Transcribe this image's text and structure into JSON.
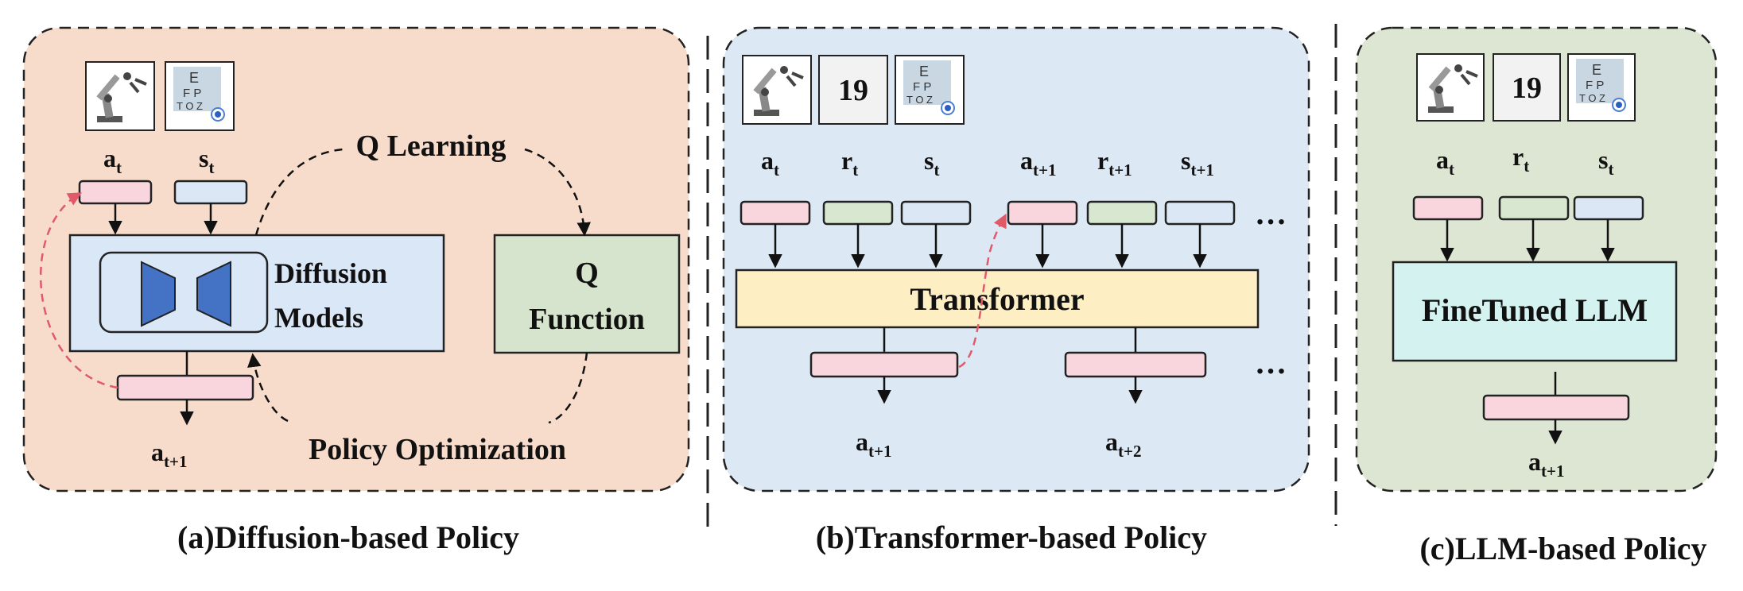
{
  "panels": {
    "a": {
      "caption": "(a)Diffusion-based Policy",
      "background": "#f8dccb",
      "tokens": {
        "a": "a",
        "a_sub": "t",
        "s": "s",
        "s_sub": "t",
        "out": "a",
        "out_sub": "t+1"
      },
      "diffusion_line1": "Diffusion",
      "diffusion_line2": "Models",
      "q_line1": "Q",
      "q_line2": "Function",
      "q_learning": "Q Learning",
      "policy_opt": "Policy Optimization"
    },
    "b": {
      "caption": "(b)Transformer-based Policy",
      "background": "#dde8f5",
      "score": "19",
      "inputs": [
        {
          "main": "a",
          "sub": "t"
        },
        {
          "main": "r",
          "sub": "t"
        },
        {
          "main": "s",
          "sub": "t"
        },
        {
          "main": "a",
          "sub": "t+1"
        },
        {
          "main": "r",
          "sub": "t+1"
        },
        {
          "main": "s",
          "sub": "t+1"
        }
      ],
      "ellipsis": "…",
      "transformer": "Transformer",
      "outputs": [
        {
          "main": "a",
          "sub": "t+1"
        },
        {
          "main": "a",
          "sub": "t+2"
        }
      ]
    },
    "c": {
      "caption": "(c)LLM-based Policy",
      "background": "#dde6d3",
      "score": "19",
      "inputs": [
        {
          "main": "a",
          "sub": "t"
        },
        {
          "main": "r",
          "sub": "t"
        },
        {
          "main": "s",
          "sub": "t"
        }
      ],
      "llm": "FineTuned LLM",
      "output": {
        "main": "a",
        "sub": "t+1"
      }
    }
  },
  "icons": {
    "robot_arm": "robot-arm-icon",
    "eye_chart": "eye-chart-icon",
    "eye_chart_lines": [
      "E",
      "F P",
      "T O Z"
    ]
  },
  "colors": {
    "token_action": "#f9d6dd",
    "token_reward": "#d8e7cf",
    "token_state": "#dce7f6",
    "diffusion_box": "#d9e7f7",
    "q_box": "#d6e4cd",
    "transformer_box": "#fdeec4",
    "llm_box": "#d4f3f0",
    "funnel_blue": "#4472c4",
    "dashed_red": "#e05a6a"
  }
}
